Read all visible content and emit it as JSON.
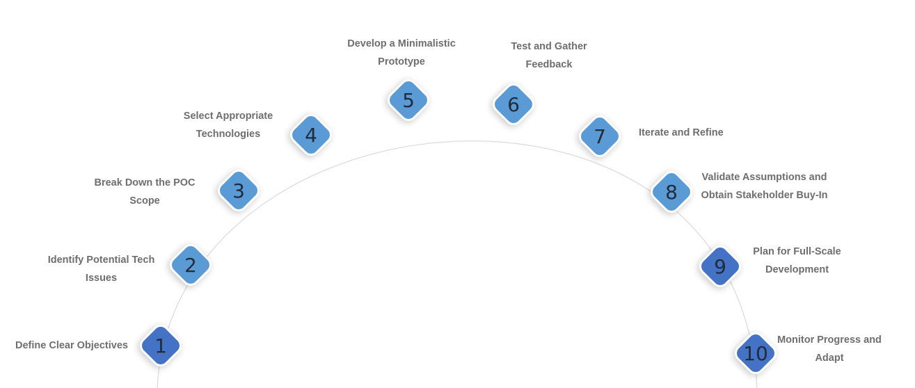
{
  "colors": {
    "light": "#5b9bd5",
    "dark": "#4472c4",
    "arc": "#dcdcdc"
  },
  "steps": [
    {
      "number": "1",
      "label": [
        "Define Clear Objectives"
      ],
      "tone": "dark"
    },
    {
      "number": "2",
      "label": [
        "Identify Potential Tech",
        "Issues"
      ],
      "tone": "light"
    },
    {
      "number": "3",
      "label": [
        "Break Down the POC",
        "Scope"
      ],
      "tone": "light"
    },
    {
      "number": "4",
      "label": [
        "Select Appropriate",
        "Technologies"
      ],
      "tone": "light"
    },
    {
      "number": "5",
      "label": [
        "Develop a Minimalistic",
        "Prototype"
      ],
      "tone": "light"
    },
    {
      "number": "6",
      "label": [
        "Test and Gather",
        "Feedback"
      ],
      "tone": "light"
    },
    {
      "number": "7",
      "label": [
        "Iterate and Refine"
      ],
      "tone": "light"
    },
    {
      "number": "8",
      "label": [
        "Validate Assumptions and",
        "Obtain Stakeholder Buy-In"
      ],
      "tone": "light"
    },
    {
      "number": "9",
      "label": [
        "Plan for Full-Scale",
        "Development"
      ],
      "tone": "dark"
    },
    {
      "number": "10",
      "label": [
        "Monitor Progress and",
        "Adapt"
      ],
      "tone": "dark"
    }
  ]
}
